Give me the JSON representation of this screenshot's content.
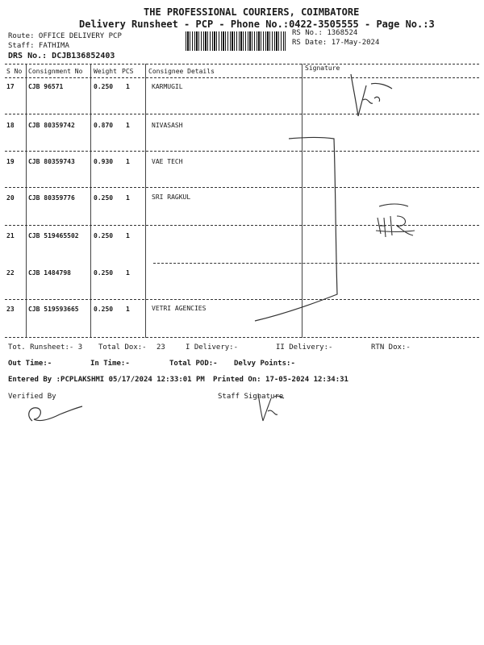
{
  "header": {
    "company": "THE PROFESSIONAL COURIERS, COIMBATORE",
    "subtitle": "Delivery Runsheet - PCP - Phone No.:0422-3505555 - Page No.:3",
    "route": "Route: OFFICE DELIVERY PCP",
    "staff": "Staff: FATHIMA",
    "drs": "DRS No.: DCJB136852403",
    "rs_no": "RS No.: 1368524",
    "rs_date": "RS Date: 17-May-2024"
  },
  "table": {
    "headers": [
      "S No",
      "Consignment No",
      "Weight",
      "PCS",
      "Consignee Details",
      "Signature"
    ],
    "rows": [
      {
        "sno": "17",
        "consignment": "CJB 96571",
        "weight": "0.250",
        "pcs": "1",
        "consignee": "KARMUGIL"
      },
      {
        "sno": "18",
        "consignment": "CJB 80359742",
        "weight": "0.870",
        "pcs": "1",
        "consignee": "NIVASASH"
      },
      {
        "sno": "19",
        "consignment": "CJB 80359743",
        "weight": "0.930",
        "pcs": "1",
        "consignee": "VAE TECH"
      },
      {
        "sno": "20",
        "consignment": "CJB 80359776",
        "weight": "0.250",
        "pcs": "1",
        "consignee": "SRI RAGKUL"
      },
      {
        "sno": "21",
        "consignment": "CJB 519465502",
        "weight": "0.250",
        "pcs": "1",
        "consignee": ""
      },
      {
        "sno": "22",
        "consignment": "CJB 1484798",
        "weight": "0.250",
        "pcs": "1",
        "consignee": ""
      },
      {
        "sno": "23",
        "consignment": "CJB 519593665",
        "weight": "0.250",
        "pcs": "1",
        "consignee": "VETRI AGENCIES"
      }
    ]
  },
  "totals": {
    "tot_runsheet": "Tot. Runsheet:- 3",
    "total_dox": "Total Dox:-",
    "total_dox_value": "23",
    "i_delivery": "I Delivery:-",
    "ii_delivery": "II Delivery:-",
    "rtn_dox": "RTN Dox:-",
    "out_time": "Out Time:-",
    "in_time": "In Time:-",
    "total_pod": "Total POD:-",
    "delvy_points": "Delvy Points:-"
  },
  "footer": {
    "entered_by": "Entered By :PCPLAKSHMI 05/17/2024 12:33:01 PM",
    "printed_on": "Printed On: 17-05-2024 12:34:31",
    "verified_by": "Verified By",
    "staff_signature": "Staff Signature"
  },
  "colors": {
    "ink": "#1a1a1a",
    "pen": "#333333"
  }
}
